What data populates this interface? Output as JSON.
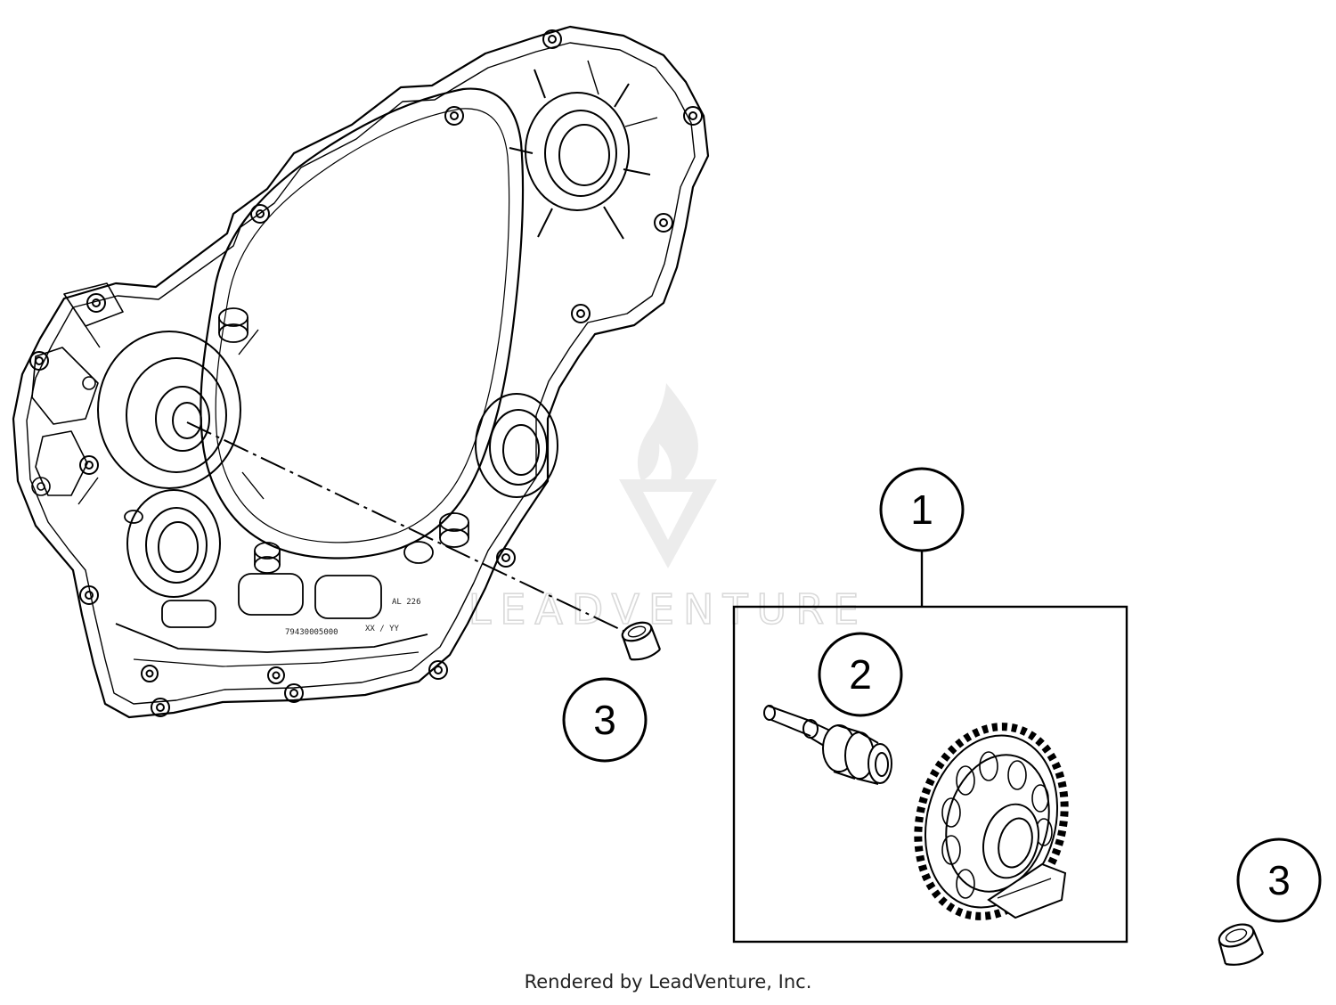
{
  "callouts": [
    {
      "id": "callout-1",
      "number": "1"
    },
    {
      "id": "callout-2",
      "number": "2"
    },
    {
      "id": "callout-3-left",
      "number": "3"
    },
    {
      "id": "callout-3-right",
      "number": "3"
    }
  ],
  "cover_markings": {
    "part_number": "79430005000",
    "date_stamp": "XX / YY",
    "material": "AL 226"
  },
  "watermark": {
    "text": "LEADVENTURE"
  },
  "footer": {
    "text": "Rendered by LeadVenture, Inc."
  }
}
